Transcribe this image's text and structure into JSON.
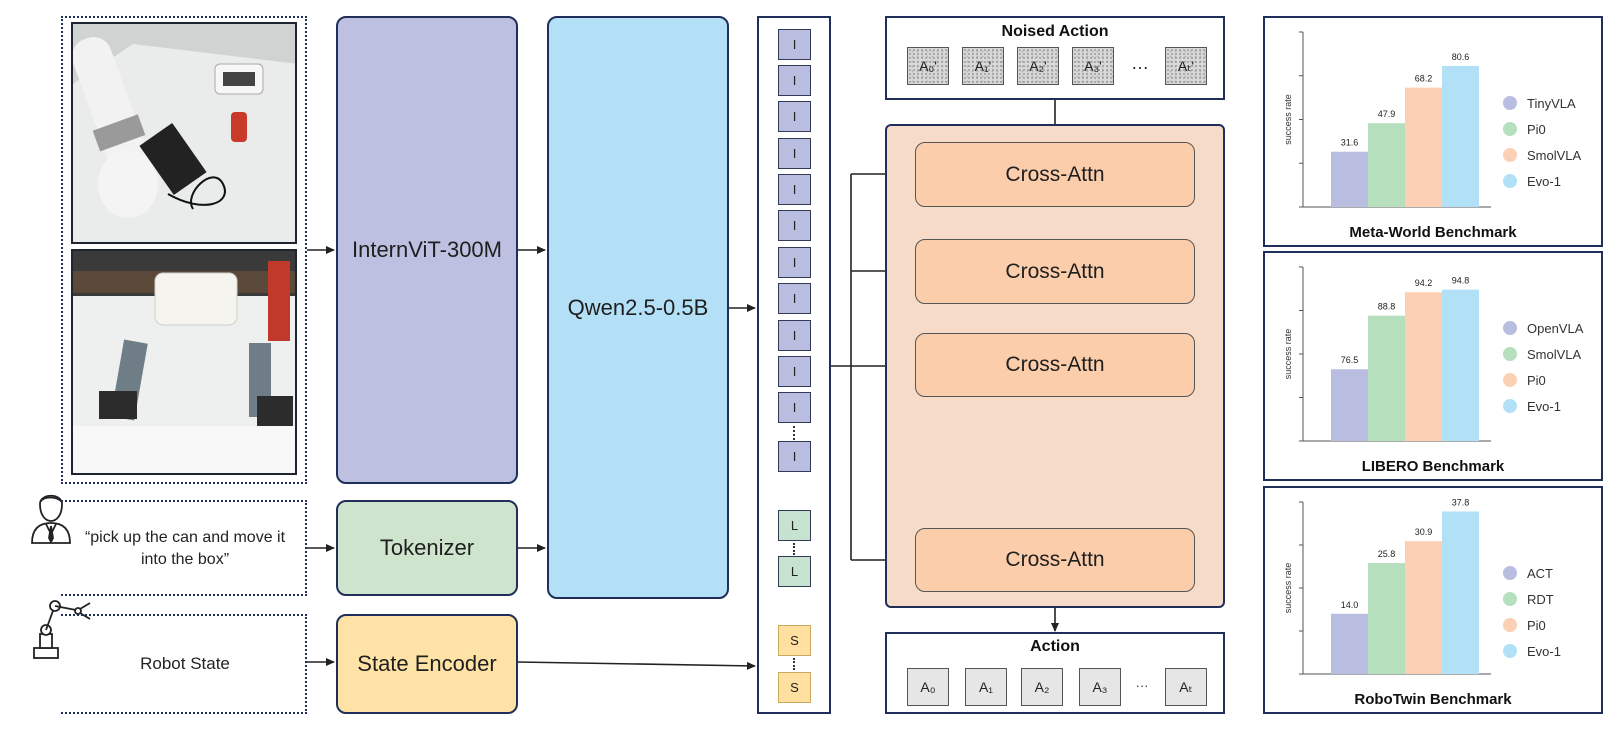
{
  "inputs": {
    "instruction": "“pick up the can and move it into the box”",
    "robot_state": "Robot State"
  },
  "blocks": {
    "vision_encoder": "InternViT-300M",
    "tokenizer": "Tokenizer",
    "state_encoder": "State Encoder",
    "llm": "Qwen2.5-0.5B"
  },
  "tokens": {
    "image": "I",
    "language": "L",
    "state": "S"
  },
  "noised_action": {
    "title": "Noised Action",
    "items": [
      "A₀'",
      "A₁'",
      "A₂'",
      "A₃'",
      "…",
      "Aₜ'"
    ]
  },
  "cross_attn_label": "Cross-Attn",
  "action": {
    "title": "Action",
    "items": [
      "A₀",
      "A₁",
      "A₂",
      "A₃",
      "···",
      "Aₜ"
    ]
  },
  "colors": {
    "bar1": "#b9bde0",
    "bar2": "#b5dfbd",
    "bar3": "#fbd0b4",
    "bar4": "#b2e1f7"
  },
  "chart_data": [
    {
      "type": "bar",
      "title": "Meta-World Benchmark",
      "ylabel": "success rate",
      "categories": [
        "TinyVLA",
        "Pi0",
        "SmolVLA",
        "Evo-1"
      ],
      "values": [
        31.6,
        47.9,
        68.2,
        80.6
      ],
      "value_labels": [
        "31.6",
        "47.9",
        "68.2",
        "80.6"
      ],
      "ylim": [
        0,
        100
      ],
      "legend_position": "right"
    },
    {
      "type": "bar",
      "title": "LIBERO Benchmark",
      "ylabel": "success rate",
      "categories": [
        "OpenVLA",
        "SmolVLA",
        "Pi0",
        "Evo-1"
      ],
      "values": [
        76.5,
        88.8,
        94.2,
        94.8
      ],
      "value_labels": [
        "76.5",
        "88.8",
        "94.2",
        "94.8"
      ],
      "ylim": [
        60,
        100
      ],
      "legend_position": "right"
    },
    {
      "type": "bar",
      "title": "RoboTwin Benchmark",
      "ylabel": "success rate",
      "categories": [
        "ACT",
        "RDT",
        "Pi0",
        "Evo-1"
      ],
      "values": [
        14.0,
        25.8,
        30.9,
        37.8
      ],
      "value_labels": [
        "14.0",
        "25.8",
        "30.9",
        "37.8"
      ],
      "ylim": [
        0,
        40
      ],
      "legend_position": "right"
    }
  ]
}
